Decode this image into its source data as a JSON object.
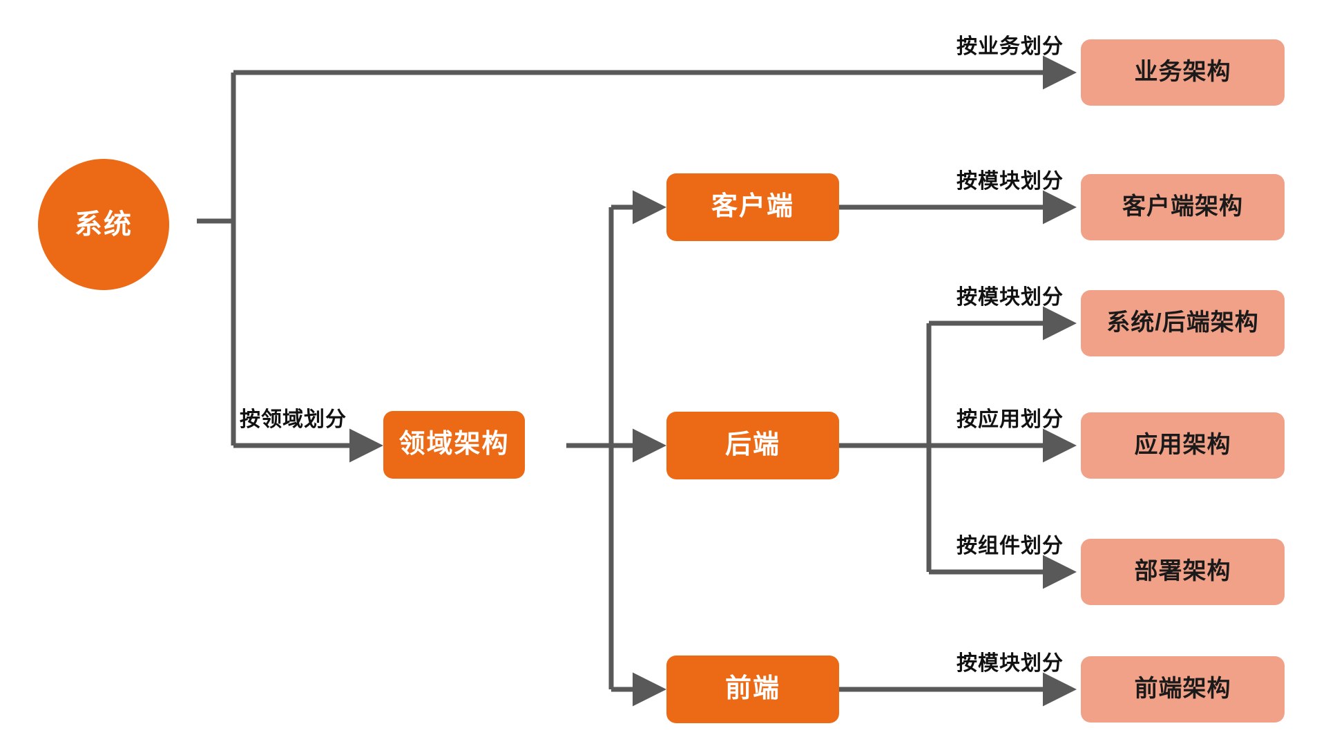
{
  "diagram": {
    "type": "tree",
    "title": "",
    "orientation": "left-to-right",
    "colors": {
      "root_fill": "#EC6A16",
      "mid_fill": "#EC6A16",
      "leaf_fill": "#F0A188",
      "edge": "#595959",
      "root_text": "#FFFFFF",
      "mid_text": "#FFFFFF",
      "leaf_text": "#1A1A1A",
      "label_text": "#111111",
      "background": "#FFFFFF"
    },
    "root": {
      "label": "系统",
      "shape": "circle"
    },
    "mid_nodes": [
      {
        "id": "domain-arch",
        "label": "领域架构"
      },
      {
        "id": "client",
        "label": "客户端"
      },
      {
        "id": "backend",
        "label": "后端"
      },
      {
        "id": "frontend",
        "label": "前端"
      }
    ],
    "leaf_nodes": [
      {
        "id": "business-arch",
        "label": "业务架构"
      },
      {
        "id": "client-arch",
        "label": "客户端架构"
      },
      {
        "id": "system-backend-arch",
        "label": "系统/后端架构"
      },
      {
        "id": "application-arch",
        "label": "应用架构"
      },
      {
        "id": "deployment-arch",
        "label": "部署架构"
      },
      {
        "id": "frontend-arch",
        "label": "前端架构"
      }
    ],
    "edge_labels": [
      {
        "id": "by-business",
        "label": "按业务划分"
      },
      {
        "id": "by-domain",
        "label": "按领域划分"
      },
      {
        "id": "by-module-client",
        "label": "按模块划分"
      },
      {
        "id": "by-module-backend",
        "label": "按模块划分"
      },
      {
        "id": "by-application",
        "label": "按应用划分"
      },
      {
        "id": "by-component",
        "label": "按组件划分"
      },
      {
        "id": "by-module-frontend",
        "label": "按模块划分"
      }
    ]
  }
}
